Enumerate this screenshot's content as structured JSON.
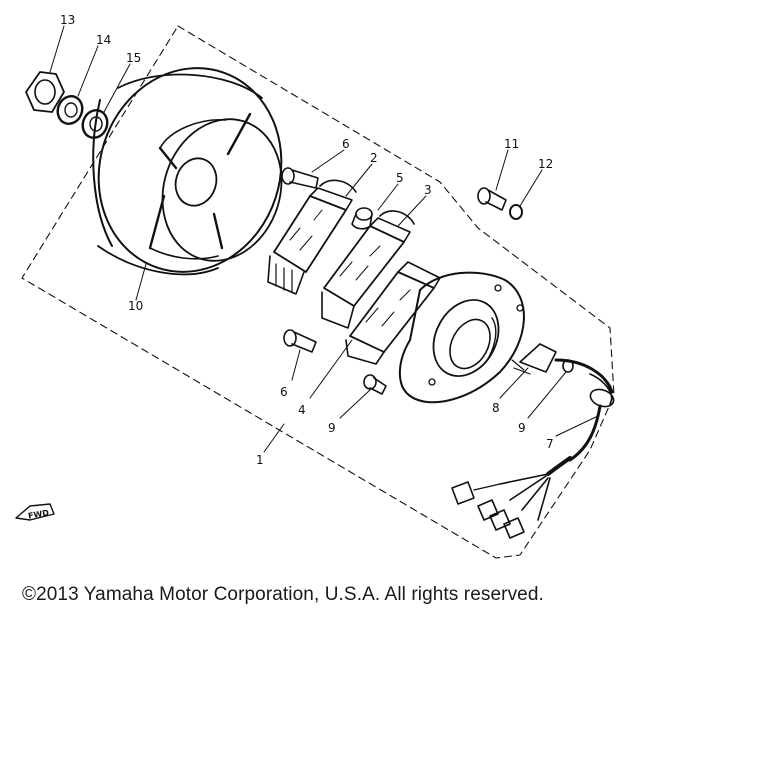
{
  "diagram": {
    "callouts": {
      "p1": "1",
      "p2": "2",
      "p3": "3",
      "p4": "4",
      "p5": "5",
      "p6a": "6",
      "p6b": "6",
      "p7": "7",
      "p8": "8",
      "p9a": "9",
      "p9b": "9",
      "p10": "10",
      "p11": "11",
      "p12": "12",
      "p13": "13",
      "p14": "14",
      "p15": "15"
    },
    "fwd_label": "FWD"
  },
  "footer": {
    "copyright": "©2013 Yamaha Motor Corporation, U.S.A. All rights reserved."
  },
  "colors": {
    "ink": "#111111",
    "background": "#ffffff"
  }
}
